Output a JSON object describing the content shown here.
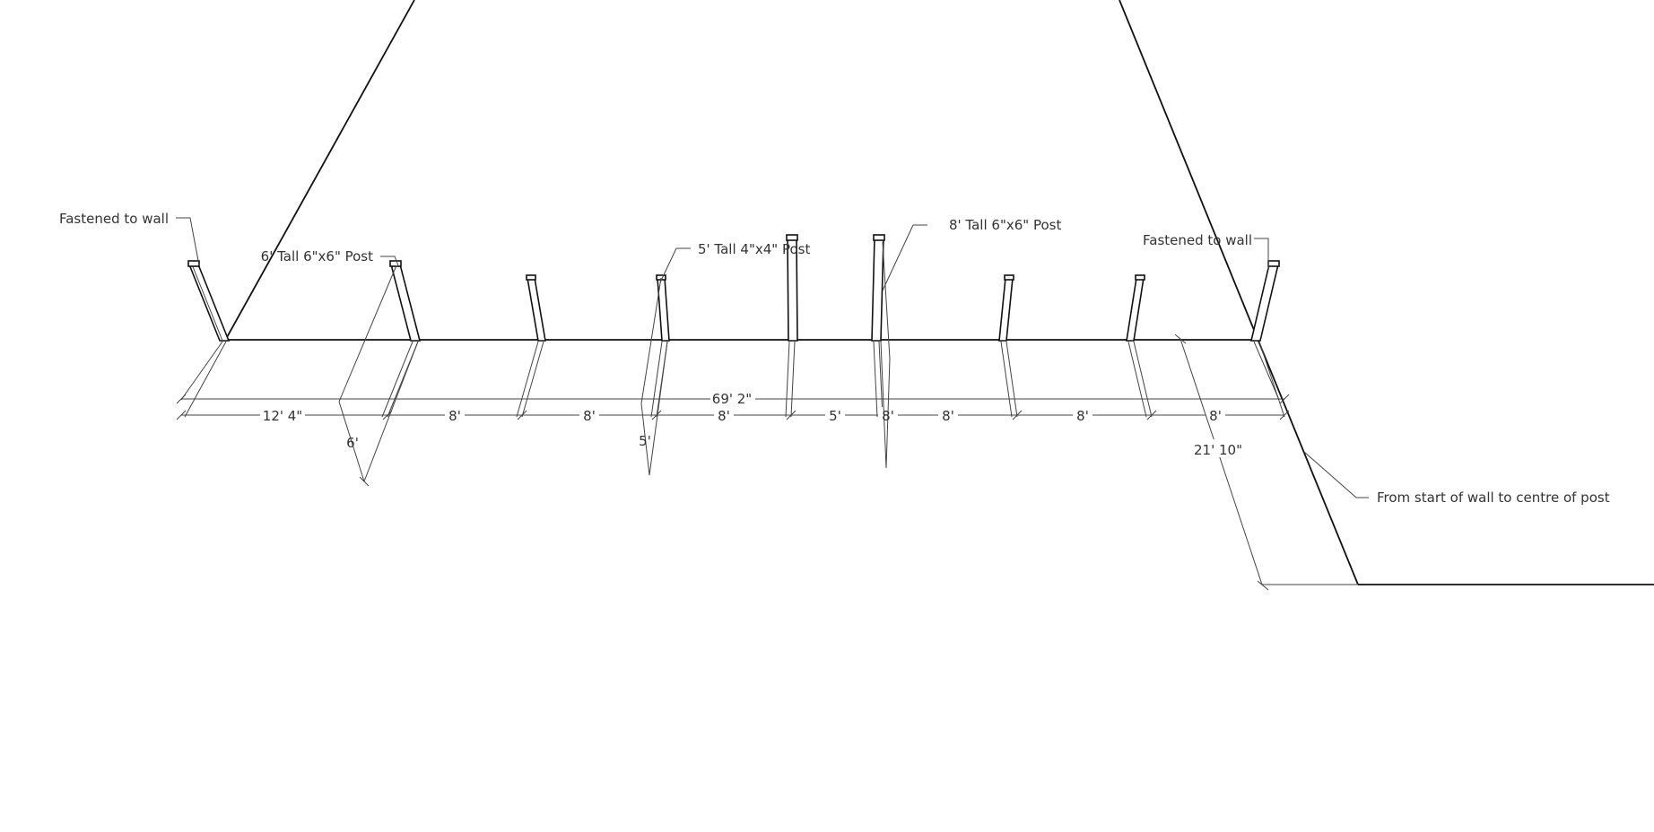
{
  "labels": {
    "fastened_left": "Fastened to wall",
    "fastened_right": "Fastened to wall",
    "post_6ft": "6' Tall 6\"x6\" Post",
    "post_5ft": "5' Tall 4\"x4\" Post",
    "post_8ft": "8' Tall 6\"x6\" Post",
    "from_start": "From start of wall to centre of post"
  },
  "dimensions": {
    "total": "69' 2\"",
    "seg1": "12' 4\"",
    "seg2": "8'",
    "seg3": "8'",
    "seg4": "8'",
    "seg5": "5'",
    "seg6": "8'",
    "seg7": "8'",
    "seg8": "8'",
    "seg9": "8'",
    "height_6": "6'",
    "height_5": "5'",
    "offset": "21' 10\""
  }
}
